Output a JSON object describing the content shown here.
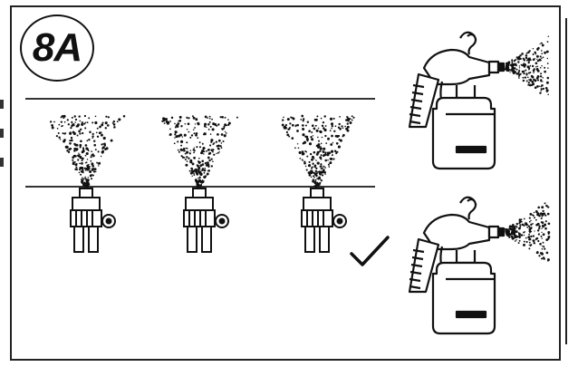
{
  "figure": {
    "label": "8A"
  },
  "nozzles": [
    {
      "id": "nozzle-1",
      "pattern": "cone"
    },
    {
      "id": "nozzle-2",
      "pattern": "cone"
    },
    {
      "id": "nozzle-3",
      "pattern": "cone"
    }
  ],
  "checkmark": {
    "icon": "checkmark-icon"
  },
  "spray_guns": [
    {
      "id": "spray-gun-top",
      "icon": "spray-gun-icon"
    },
    {
      "id": "spray-gun-bottom",
      "icon": "spray-gun-icon"
    }
  ],
  "colors": {
    "ink": "#111111",
    "background": "#ffffff"
  }
}
